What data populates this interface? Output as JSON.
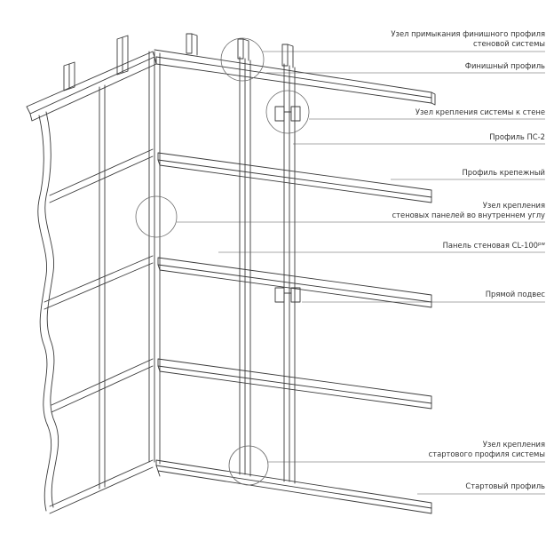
{
  "labels": {
    "finish_node_line1": "Узел примыкания финишного профиля",
    "finish_node_line2": "стеновой системы",
    "finish_profile": "Финишный профиль",
    "wall_fix_node": "Узел крепления системы к стене",
    "ps2_profile": "Профиль ПС-2",
    "fixing_profile": "Профиль крепежный",
    "inner_corner_line1": "Узел крепления",
    "inner_corner_line2": "стеновых панелей во внутреннем углу",
    "panel_main": "Панель стеновая CL-100",
    "panel_sup": "pw",
    "direct_hanger": "Прямой подвес",
    "start_node_line1": "Узел крепления",
    "start_node_line2": "стартового профиля системы",
    "start_profile": "Стартовый профиль"
  },
  "colors": {
    "line": "#3a3a3a",
    "leader": "#555555",
    "text": "#333333",
    "background": "#ffffff"
  },
  "icons": [
    "detail-circle-icon",
    "bracket-icon"
  ]
}
